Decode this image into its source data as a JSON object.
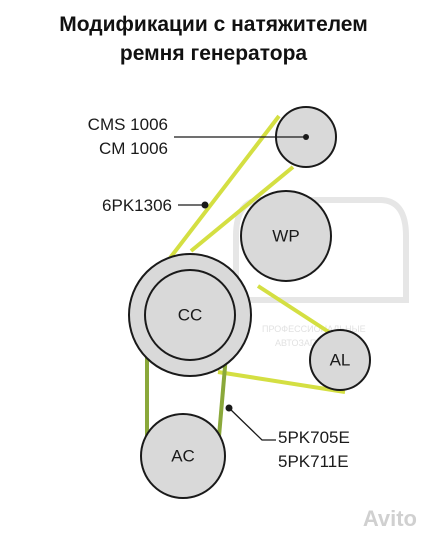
{
  "title": {
    "line1": "Модификации с натяжителем",
    "line2": "ремня генератора"
  },
  "labels": {
    "tensioner_model_1": "CMS 1006",
    "tensioner_model_2": "CM 1006",
    "belt_upper": "6PK1306",
    "belt_lower_1": "5PK705E",
    "belt_lower_2": "5PK711E"
  },
  "pulleys": {
    "wp": "WP",
    "cc": "CC",
    "al": "AL",
    "ac": "AC"
  },
  "watermark": {
    "line1": "ПРОФЕССИОНАЛЬНЫЕ",
    "line2": "АВТОЗАПЧАСТИ"
  },
  "avito": "Avito",
  "colors": {
    "belt": "#d4df42",
    "pulley_fill": "#d9d9d9",
    "outline": "#1a1a1a"
  }
}
